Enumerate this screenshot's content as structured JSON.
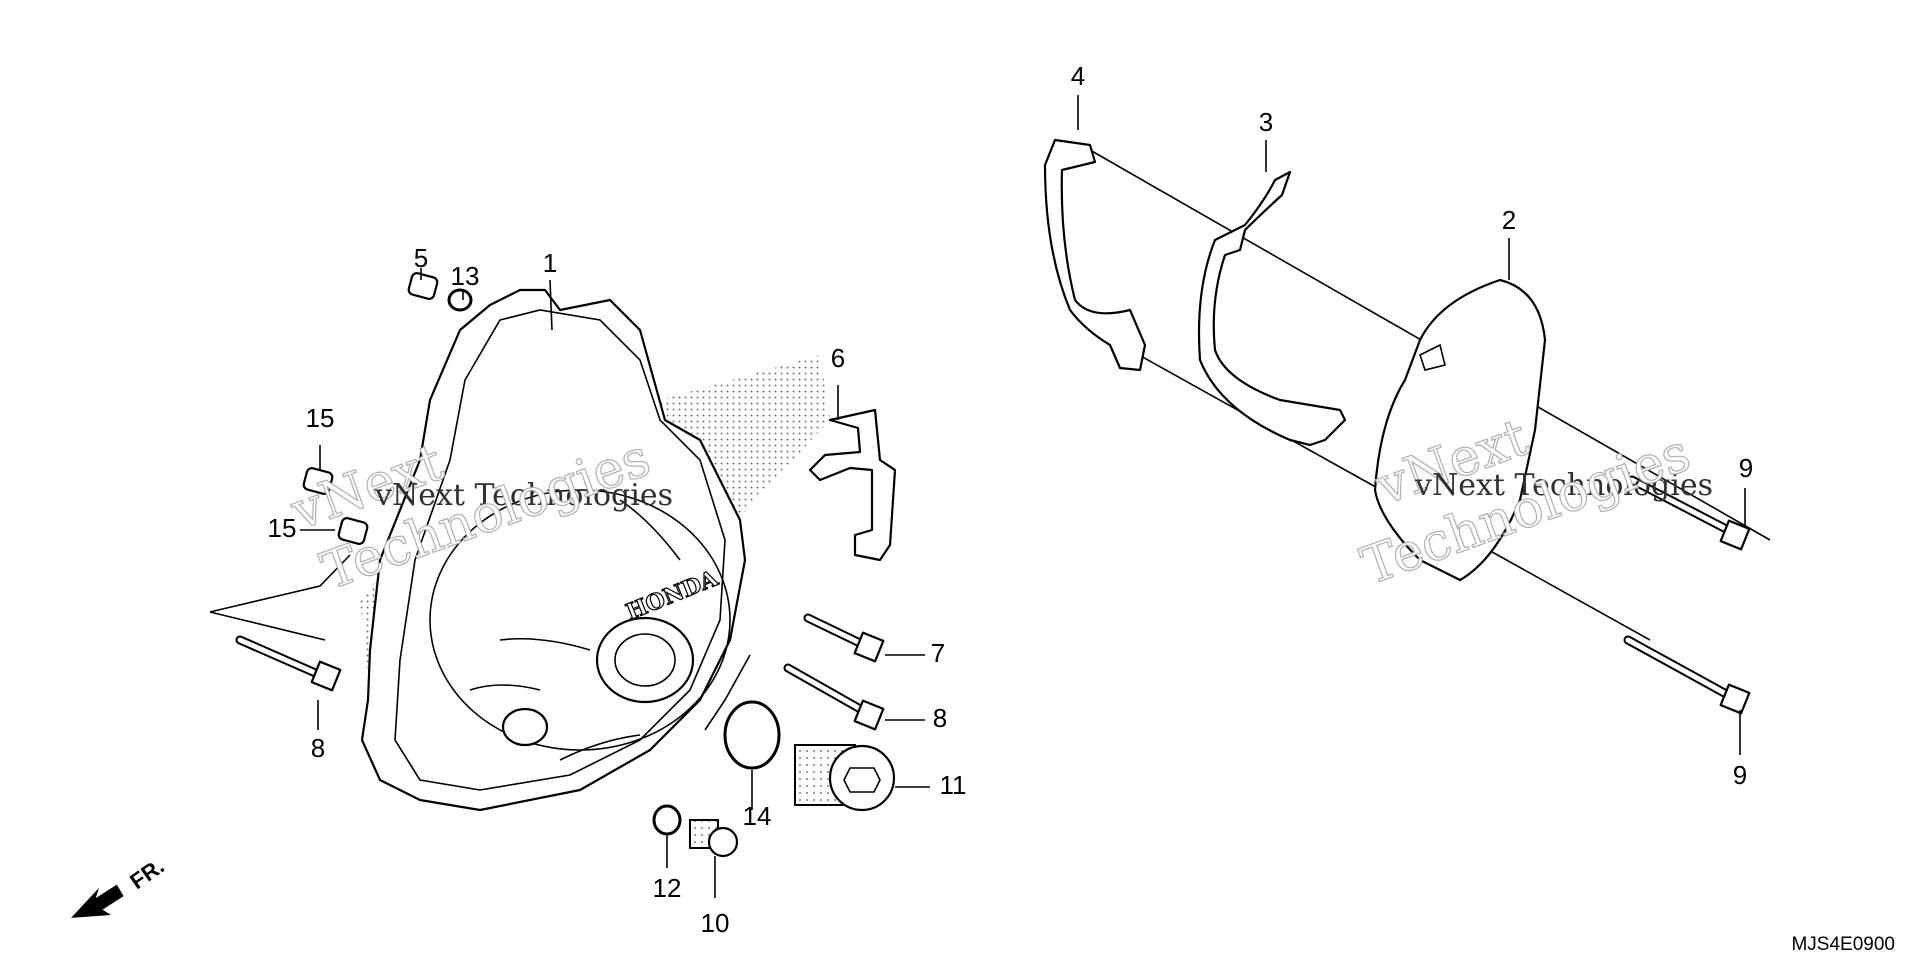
{
  "diagram": {
    "code": "MJS4E0900",
    "direction_label": "FR.",
    "brand_mark": "HONDA",
    "callouts": [
      "1",
      "2",
      "3",
      "4",
      "5",
      "6",
      "7",
      "8",
      "8",
      "9",
      "9",
      "10",
      "11",
      "12",
      "13",
      "14",
      "15",
      "15"
    ],
    "watermarks": [
      "vNext",
      "vNext Technologies",
      "Technologies"
    ]
  }
}
